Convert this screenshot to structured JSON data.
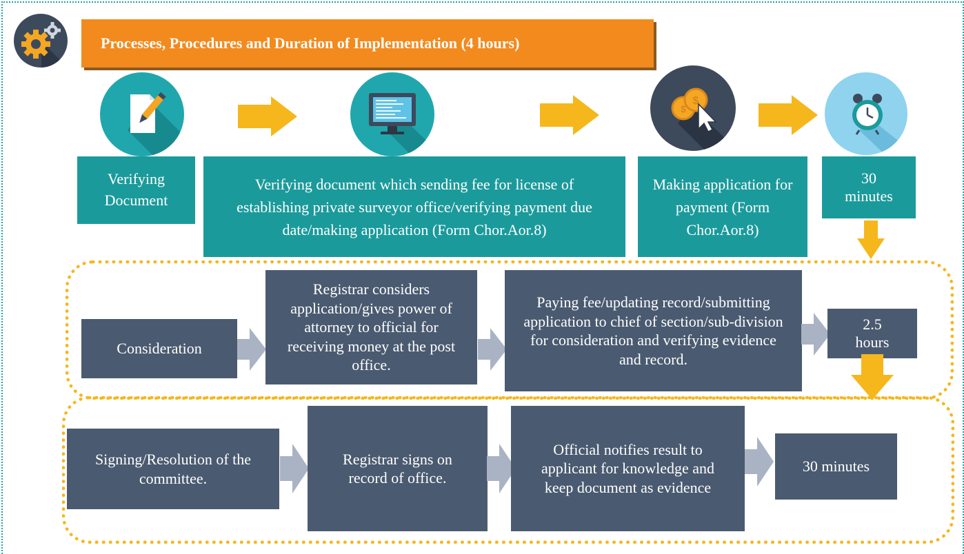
{
  "header": {
    "title": "Processes, Procedures and Duration of Implementation (4 hours)"
  },
  "colors": {
    "header": "#f28a1e",
    "teal": "#1b9a9b",
    "slate": "#4a5a70",
    "arrow_yellow": "#f5b71c",
    "arrow_gray": "#a9b3c4",
    "frame": "#1aa3a3"
  },
  "icons": [
    "gears-icon",
    "document-pen-icon",
    "computer-monitor-icon",
    "coins-cursor-icon",
    "alarm-clock-icon"
  ],
  "row1": {
    "verifying_document": "Verifying Document",
    "verifying_detail": "Verifying document which sending fee for license of establishing private surveyor office/verifying payment due date/making application (Form Chor.Aor.8)",
    "making_application": "Making application for payment (Form Chor.Aor.8)",
    "duration": "30 minutes"
  },
  "row2": {
    "consideration": "Consideration",
    "registrar_considers": "Registrar considers application/gives power of attorney to official for receiving money at the post office.",
    "paying_fee": "Paying fee/updating record/submitting application to chief of section/sub-division for consideration and verifying evidence and record.",
    "duration": "2.5 hours"
  },
  "row3": {
    "signing": "Signing/Resolution of the committee.",
    "registrar_signs": "Registrar signs on record of office.",
    "official_notifies": "Official notifies result to applicant for knowledge and keep document as evidence",
    "duration": "30 minutes"
  }
}
